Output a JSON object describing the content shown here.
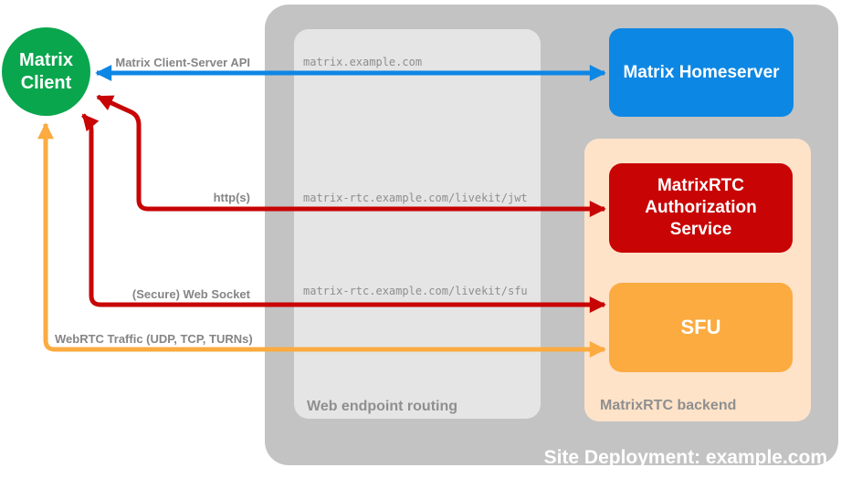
{
  "site": {
    "title": "Site Deployment: example.com"
  },
  "client": {
    "line1": "Matrix",
    "line2": "Client"
  },
  "homeserver": {
    "label": "Matrix Homeserver"
  },
  "auth_service": {
    "label": "MatrixRTC Authorization Service"
  },
  "sfu": {
    "label": "SFU"
  },
  "routing": {
    "label": "Web endpoint routing",
    "endpoints": [
      "matrix.example.com",
      "matrix-rtc.example.com/livekit/jwt",
      "matrix-rtc.example.com/livekit/sfu"
    ]
  },
  "backend": {
    "label": "MatrixRTC backend"
  },
  "arrows": [
    {
      "name": "client-server-api",
      "label": "Matrix Client-Server API",
      "color": "#0d87e4"
    },
    {
      "name": "https",
      "label": "http(s)",
      "color": "#c80404"
    },
    {
      "name": "websocket",
      "label": "(Secure) Web Socket",
      "color": "#c80404"
    },
    {
      "name": "webrtc",
      "label": "WebRTC Traffic (UDP, TCP, TURNs)",
      "color": "#fbab40"
    }
  ],
  "colors": {
    "green": "#09a64d",
    "blue": "#0d87e4",
    "red": "#c80404",
    "orange": "#fbab40",
    "peach": "#fee3c9",
    "container_gray": "#c3c3c3",
    "routing_gray": "#e5e5e5",
    "label_gray": "#858585",
    "zone_label_gray": "#8f8f8f"
  }
}
